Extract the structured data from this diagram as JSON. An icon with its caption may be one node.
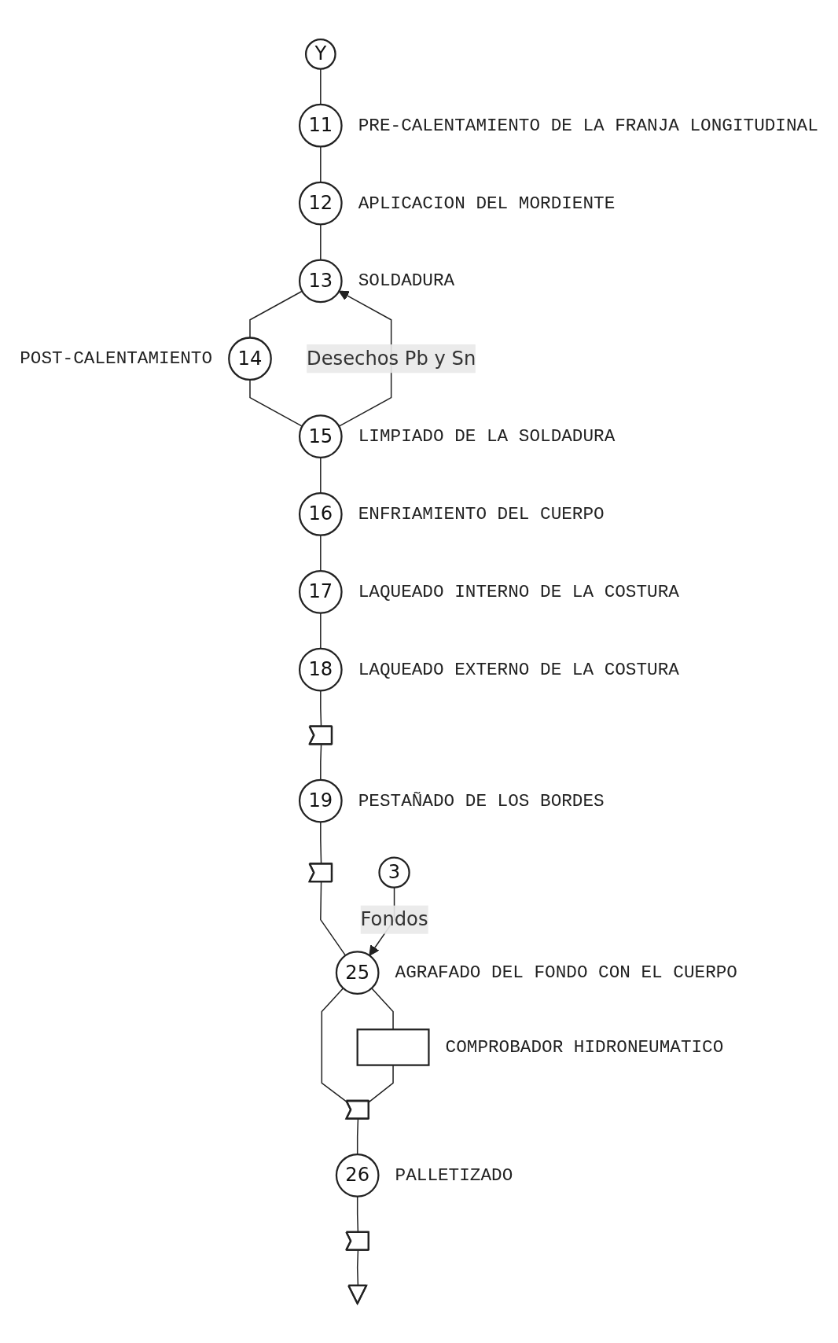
{
  "diagram": {
    "nodes": [
      {
        "text": [
          "Y"
        ]
      },
      {
        "text": [
          "11"
        ],
        "beside": [
          "PRE-CALENTAMIENTO DE LA FRANJA LONGITUDINAL"
        ]
      },
      {
        "text": [
          "12"
        ],
        "beside": [
          "APLICACION DEL MORDIENTE"
        ]
      },
      {
        "text": [
          "13"
        ],
        "beside": [
          "SOLDADURA"
        ]
      },
      {
        "text": [
          "14"
        ],
        "beside": [
          "POST-CALENTAMIENTO"
        ]
      },
      {
        "text": [
          "15"
        ],
        "beside": [
          "LIMPIADO DE LA SOLDADURA"
        ]
      },
      {
        "text": [
          "16"
        ],
        "beside": [
          "ENFRIAMIENTO DEL CUERPO"
        ]
      },
      {
        "text": [
          "17"
        ],
        "beside": [
          "LAQUEADO INTERNO DE LA COSTURA"
        ]
      },
      {
        "text": [
          "18"
        ],
        "beside": [
          "LAQUEADO EXTERNO DE LA COSTURA"
        ]
      },
      {
        "text": [],
        "shape": "arrow"
      },
      {
        "text": [
          "19"
        ],
        "beside": [
          "PESTAÑADO DE LOS BORDES"
        ]
      },
      {
        "text": [],
        "shape": "arrow"
      },
      {
        "text": [
          "3"
        ]
      },
      {
        "text": [
          "25"
        ],
        "beside": [
          "AGRAFADO DEL FONDO CON EL CUERPO"
        ]
      },
      {
        "text": [],
        "shape": "box",
        "beside": [
          "COMPROBADOR HIDRONEUMATICO"
        ]
      },
      {
        "text": [],
        "shape": "arrow"
      },
      {
        "text": [
          "26"
        ],
        "beside": [
          "PALLETIZADO"
        ]
      },
      {
        "text": [],
        "shape": "arrow"
      },
      {
        "text": [],
        "shape": "triangle"
      }
    ],
    "edges": [
      {
        "from": 0,
        "to": 1,
        "arrow": "none"
      },
      {
        "from": 1,
        "to": 2,
        "arrow": "none"
      },
      {
        "from": 2,
        "to": 3,
        "arrow": "none"
      },
      {
        "from": 3,
        "to": 4,
        "arrow": "none"
      },
      {
        "from": 4,
        "to": 5,
        "arrow": "none"
      },
      {
        "from": 5,
        "to": 6,
        "arrow": "none"
      },
      {
        "from": 5,
        "to": 3,
        "arrow": "to",
        "label": "Desechos Pb y Sn"
      },
      {
        "from": 6,
        "to": 7,
        "arrow": "none"
      },
      {
        "from": 7,
        "to": 8,
        "arrow": "none"
      },
      {
        "from": 8,
        "to": 9,
        "arrow": "none"
      },
      {
        "from": 9,
        "to": 10,
        "arrow": "none"
      },
      {
        "from": 10,
        "to": 11,
        "arrow": "none"
      },
      {
        "from": 11,
        "to": 13,
        "arrow": "none"
      },
      {
        "from": 12,
        "to": 13,
        "arrow": "to",
        "label": "Fondos"
      },
      {
        "from": 13,
        "to": 15,
        "arrow": "none"
      },
      {
        "from": 13,
        "to": 14,
        "arrow": "none"
      },
      {
        "from": 14,
        "to": 15,
        "arrow": "none"
      },
      {
        "from": 15,
        "to": 16,
        "arrow": "none"
      },
      {
        "from": 16,
        "to": 17,
        "arrow": "none"
      },
      {
        "from": 17,
        "to": 18,
        "arrow": "none"
      }
    ]
  }
}
